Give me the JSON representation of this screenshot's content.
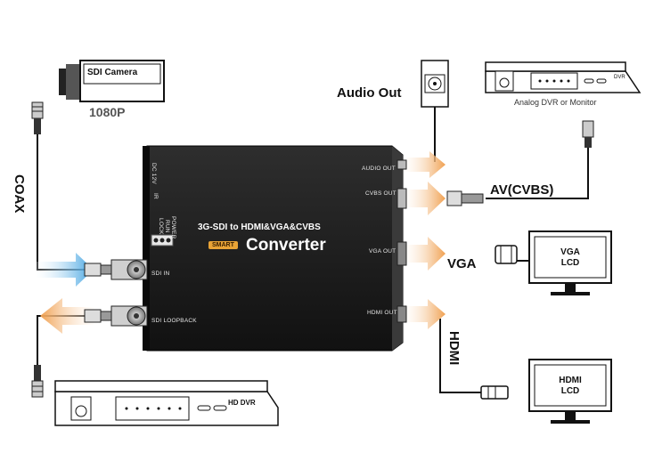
{
  "sdi_camera": {
    "label": "SDI Camera",
    "resolution": "1080P"
  },
  "coax_label": "COAX",
  "converter": {
    "title": "3G-SDI to HDMI&VGA&CVBS",
    "badge": "SMART",
    "name": "Converter",
    "left_labels": [
      "DC 12V",
      "IR"
    ],
    "leds": [
      "POWER",
      "RUN",
      "LOCK"
    ],
    "ports_left": {
      "sdi_in": "SDI IN",
      "sdi_loopback": "SDI LOOPBACK"
    },
    "ports_right": {
      "audio_out": "AUDIO OUT",
      "cvbs_out": "CVBS OUT",
      "vga_out": "VGA OUT",
      "hdmi_out": "HDMI OUT"
    }
  },
  "audio_out_label": "Audio Out",
  "dvr": {
    "tag": "DVR",
    "caption": "Analog DVR or Monitor"
  },
  "av_label": "AV(CVBS)",
  "vga_label": "VGA",
  "hdmi_label": "HDMI",
  "vga_lcd": {
    "line1": "VGA",
    "line2": "LCD"
  },
  "hdmi_lcd": {
    "line1": "HDMI",
    "line2": "LCD"
  },
  "hd_dvr": {
    "label": "HD DVR"
  },
  "colors": {
    "arrow_orange": "#f0a050",
    "arrow_blue": "#4aa8e0",
    "device_dark": "#1c1c1c"
  }
}
